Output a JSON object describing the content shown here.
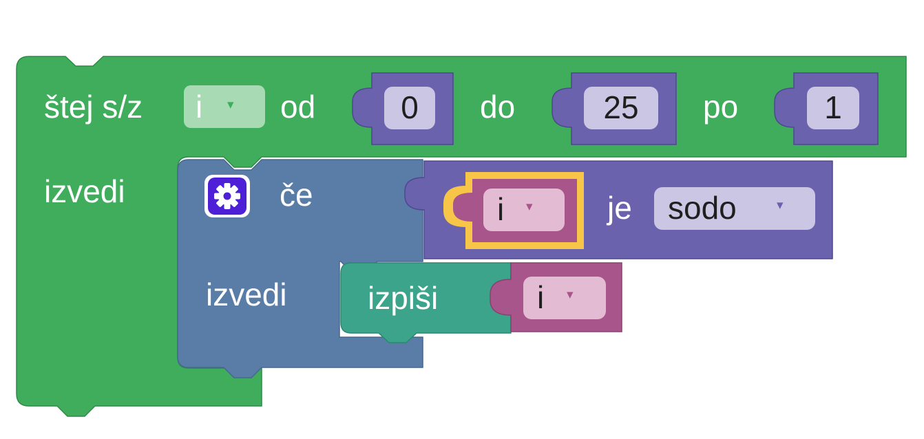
{
  "colors": {
    "loop_block": "#3fad5c",
    "if_block": "#5a7da8",
    "math_block": "#6a62ad",
    "print_block": "#3ba48a",
    "variable_block": "#a7558a",
    "highlight": "#f7c548",
    "gear_icon_bg": "#4d1fd6"
  },
  "loop_block": {
    "label_prefix": "štej s/z",
    "variable": "i",
    "label_from": "od",
    "from_value": "0",
    "label_to": "do",
    "to_value": "25",
    "label_by": "po",
    "by_value": "1",
    "do_label": "izvedi"
  },
  "if_block": {
    "icon": "gear-icon",
    "label_if": "če",
    "do_label": "izvedi"
  },
  "condition_block": {
    "variable": "i",
    "label_is": "je",
    "property": "sodo"
  },
  "print_block": {
    "label": "izpiši",
    "variable": "i"
  },
  "dropdown_arrow": "▾"
}
